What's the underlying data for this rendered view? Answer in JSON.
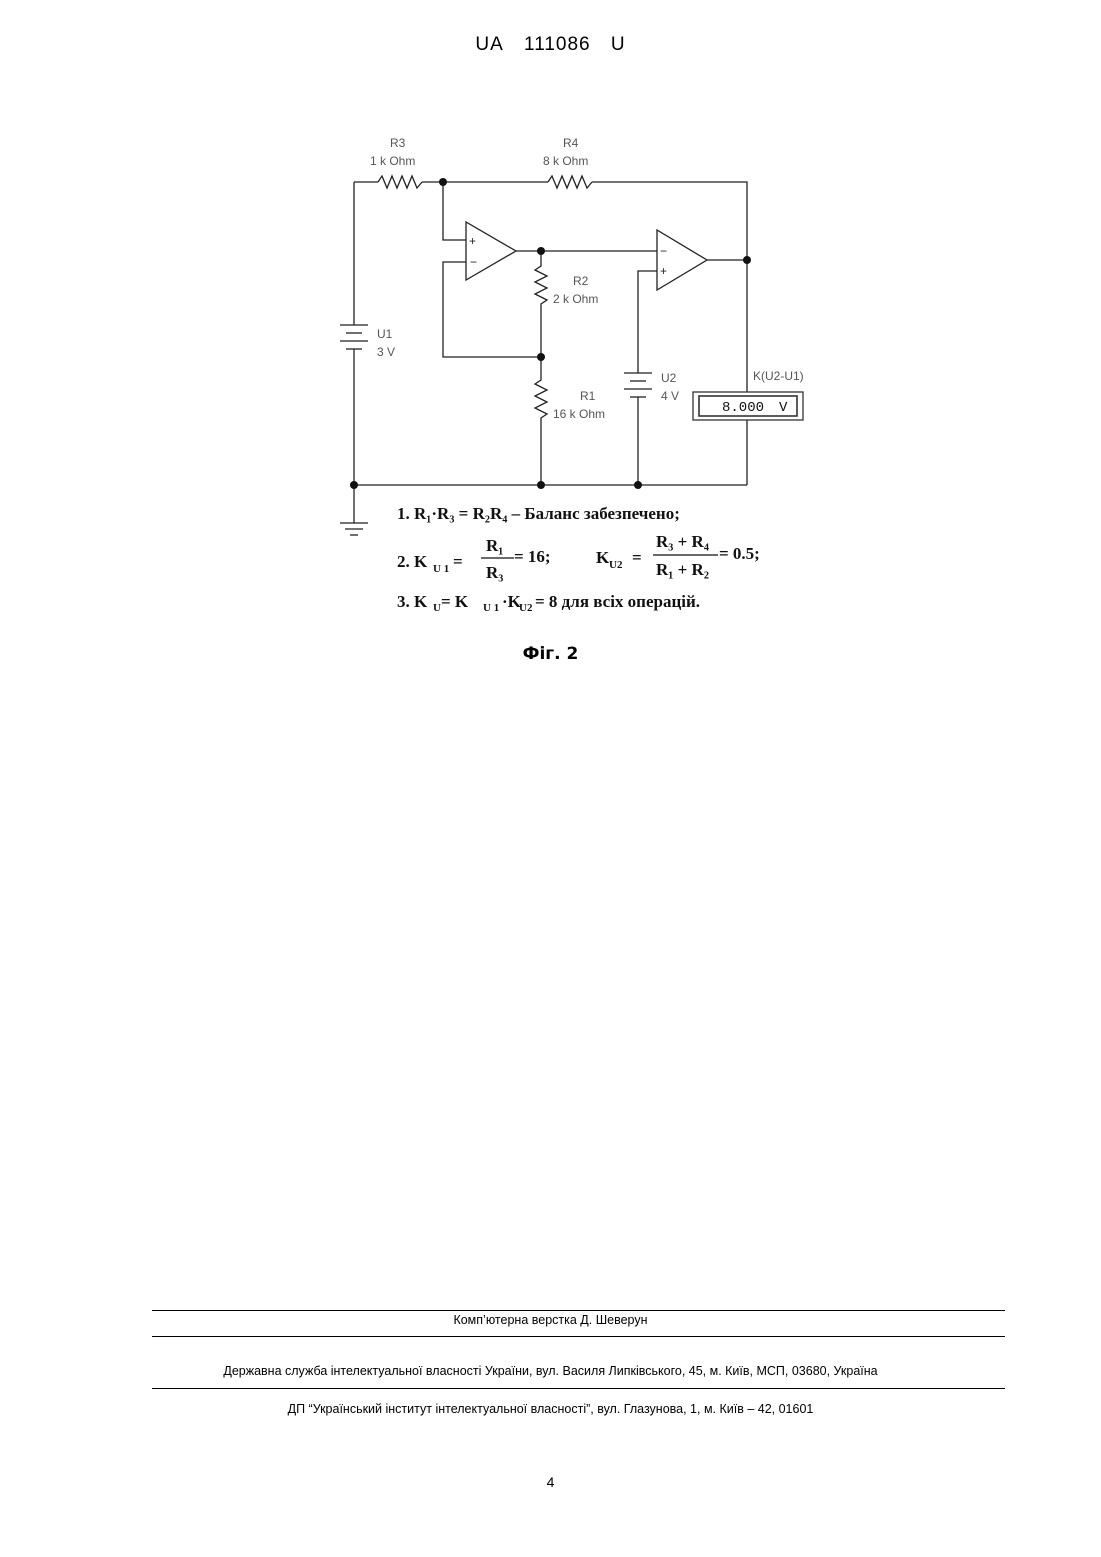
{
  "header": {
    "country": "UA",
    "number": "111086",
    "kind": "U"
  },
  "circuit": {
    "r3_name": "R3",
    "r3_value": "1 k Ohm",
    "r4_name": "R4",
    "r4_value": "8 k Ohm",
    "r2_name": "R2",
    "r2_value": "2 k Ohm",
    "r1_name": "R1",
    "r1_value": "16 k Ohm",
    "u1_name": "U1",
    "u1_value": "3 V",
    "u2_name": "U2",
    "u2_value": "4 V",
    "meter_label": "K(U2-U1)",
    "meter_reading": "8.000",
    "meter_unit": "V",
    "opamp_plus": "+",
    "opamp_minus": "−"
  },
  "formulas": {
    "line1": "1. R₁·R₃ = R₂R₄  – Баланс забезпечено;",
    "line2_prefix": "2. K",
    "line2_sub1": "U 1",
    "line2_eq": " = ",
    "line2_num1": "R₁",
    "line2_den1": "R₃",
    "line2_res1": " = 16;",
    "line2_k2": "K",
    "line2_sub2": "U2",
    "line2_num2": "R₃ + R₄",
    "line2_den2": "R₁ + R₂",
    "line2_res2": " = 0.5;",
    "line3": "3. K",
    "line3_sub": "U",
    "line3_rest": " = K",
    "line3_sub2": "U 1",
    "line3_rest2": "·K",
    "line3_sub3": "U2",
    "line3_rest3": " = 8  для всіх операцій."
  },
  "caption": "Фіг. 2",
  "footer": {
    "layout": "Комп’ютерна верстка Д. Шеверун",
    "agency": "Державна служба інтелектуальної власності України, вул. Василя Липківського, 45, м. Київ, МСП, 03680, Україна",
    "institute": "ДП “Український інститут інтелектуальної власності”, вул. Глазунова, 1, м. Київ – 42, 01601"
  },
  "page_number": "4"
}
